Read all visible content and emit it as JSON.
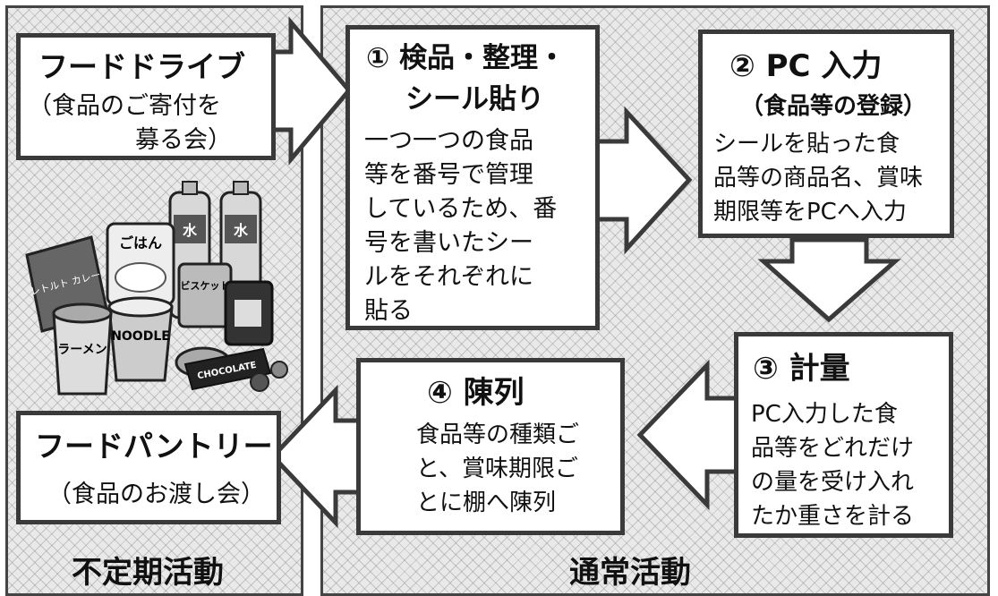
{
  "panels": {
    "irregular_label": "不定期活動",
    "regular_label": "通常活動"
  },
  "food_drive": {
    "title": "フードドライブ",
    "subtitle_line1": "（食品のご寄付を",
    "subtitle_line2": "募る会）"
  },
  "food_pantry": {
    "title": "フードパントリー",
    "subtitle": "（食品のお渡し会）"
  },
  "step1": {
    "title_line1": "① 検品・整理・",
    "title_line2": "シール貼り",
    "body_lines": [
      "一つ一つの食品",
      "等を番号で管理",
      "しているため、番",
      "号を書いたシー",
      "ルをそれぞれに",
      "貼る"
    ]
  },
  "step2": {
    "title": "② PC 入力",
    "subtitle": "（食品等の登録）",
    "body_lines": [
      "シールを貼った食",
      "品等の商品名、賞味",
      "期限等をPCへ入力"
    ]
  },
  "step3": {
    "title": "③ 計量",
    "body_lines": [
      "PC入力した食",
      "品等をどれだけ",
      "の量を受け入れ",
      "たか重さを計る"
    ]
  },
  "step4": {
    "title": "④ 陳列",
    "body_lines": [
      "食品等の種類ご",
      "と、賞味期限ご",
      "とに棚へ陳列"
    ]
  },
  "illustration": {
    "water_label": "水",
    "rice_label": "ごはん",
    "curry_label": "レトルト カレー",
    "biscuit_label": "ビスケット",
    "noodle_label": "NOODLE",
    "ramen_label": "ラーメン",
    "chocolate_label": "CHOCOLATE"
  }
}
